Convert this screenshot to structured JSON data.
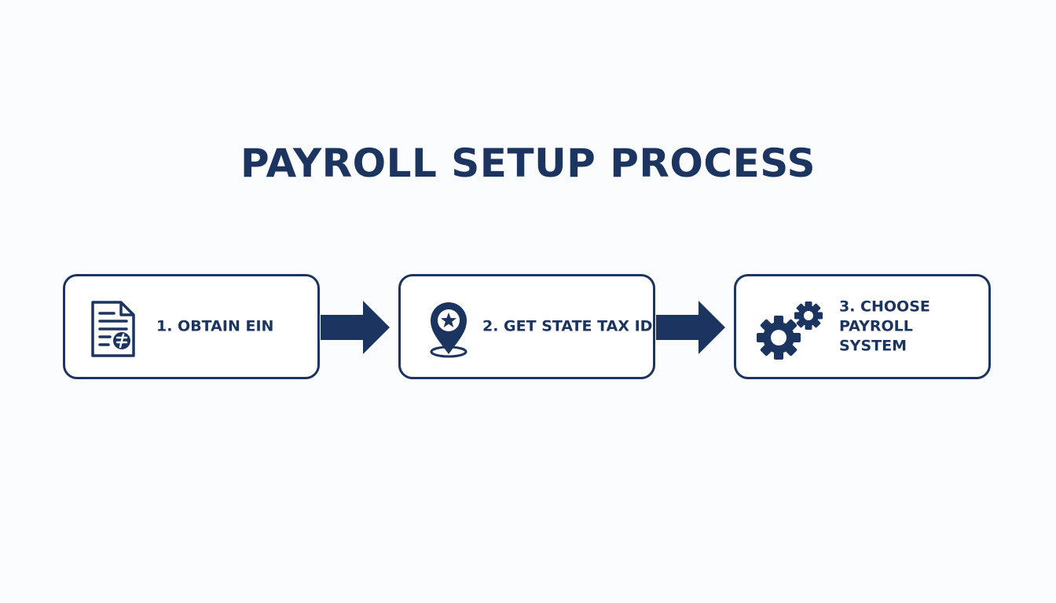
{
  "title": "PAYROLL SETUP PROCESS",
  "colors": {
    "primary": "#1c3560",
    "background": "#fbfcfd"
  },
  "steps": [
    {
      "label": "1. OBTAIN EIN",
      "icon": "tax-document-icon"
    },
    {
      "label": "2. GET STATE TAX ID",
      "icon": "location-pin-star-icon"
    },
    {
      "label": "3. CHOOSE\nPAYROLL\nSYSTEM",
      "icon": "gears-icon"
    }
  ]
}
